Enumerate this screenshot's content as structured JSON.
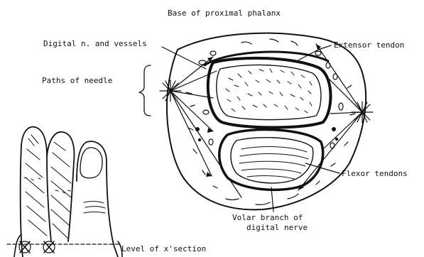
{
  "labels": {
    "base_of_proximal_phalanx": "Base of proximal phalanx",
    "digital_n_and_vessels": "Digital n. and vessels",
    "extensor_tendon": "Extensor tendon",
    "paths_of_needle": "Paths of needle",
    "flexor_tendons": "Flexor tendons",
    "volar_branch_line1": "Volar branch of",
    "volar_branch_line2": "digital nerve",
    "level_of_xsection": "Level of x'section"
  },
  "colors": {
    "ink": "#111111",
    "paper": "#ffffff"
  }
}
